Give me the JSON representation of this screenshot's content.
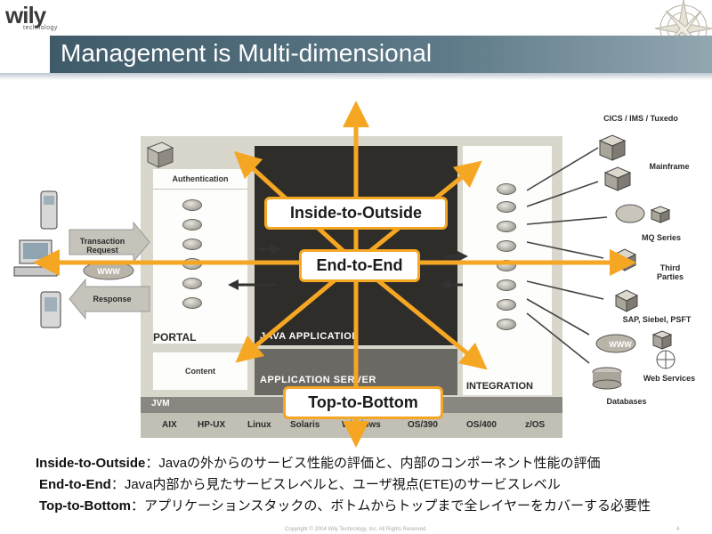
{
  "logo": {
    "name": "wily",
    "sub": "technology"
  },
  "title": "Management is Multi-dimensional",
  "diagram": {
    "authentication": "Authentication",
    "content": "Content",
    "portal": "PORTAL",
    "java_application": "JAVA APPLICATION",
    "application_server": "APPLICATION SERVER",
    "integration": "INTEGRATION",
    "jvm": "JVM",
    "os_list": [
      "AIX",
      "HP-UX",
      "Linux",
      "Solaris",
      "Windows",
      "OS/390",
      "OS/400",
      "z/OS"
    ],
    "transaction_request": "Transaction Request",
    "www": "WWW",
    "response": "Response",
    "callouts": {
      "inside_to_outside": "Inside-to-Outside",
      "end_to_end": "End-to-End",
      "top_to_bottom": "Top-to-Bottom"
    },
    "right_systems": {
      "cics": "CICS / IMS / Tuxedo",
      "mainframe": "Mainframe",
      "mq": "MQ Series",
      "third": "Third Parties",
      "sap": "SAP, Siebel, PSFT",
      "www": "WWW",
      "web_services": "Web Services",
      "databases": "Databases"
    }
  },
  "descriptions": [
    {
      "term": "Inside-to-Outside",
      "sep": "：",
      "text": "Javaの外からのサービス性能の評価と、内部のコンポーネント性能の評価"
    },
    {
      "term": "End-to-End",
      "sep": "：",
      "text": "Java内部から見たサービスレベルと、ユーザ視点(ETE)のサービスレベル"
    },
    {
      "term": "Top-to-Bottom",
      "sep": "：",
      "text": "アプリケーションスタックの、ボトムからトップまで全レイヤーをカバーする必要性"
    }
  ],
  "footer": "Copyright © 2004 Wily Technology, Inc. All Rights Reserved.",
  "page_number": "4",
  "colors": {
    "accent": "#f5a623",
    "title_bar": "#3f5b6a",
    "java_box": "#2f2d2a"
  }
}
